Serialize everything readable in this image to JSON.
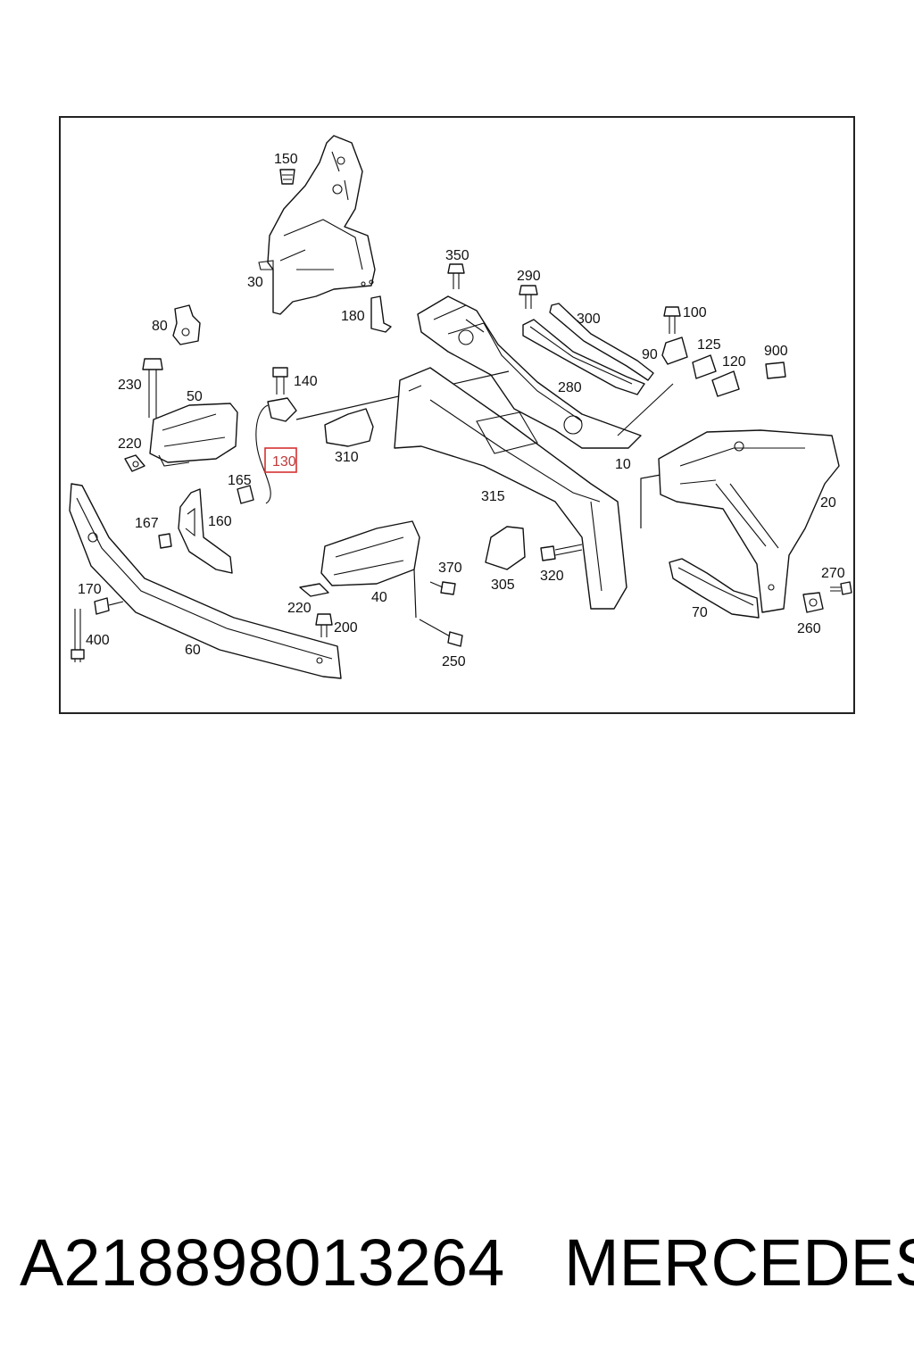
{
  "diagram": {
    "labels": {
      "l150": "150",
      "l30": "30",
      "l180": "180",
      "l80": "80",
      "l350": "350",
      "l290": "290",
      "l300": "300",
      "l100": "100",
      "l90": "90",
      "l125": "125",
      "l120": "120",
      "l900": "900",
      "l230": "230",
      "l50": "50",
      "l140": "140",
      "l220a": "220",
      "l130": "130",
      "l310": "310",
      "l280": "280",
      "l10": "10",
      "l165": "165",
      "l315": "315",
      "l20": "20",
      "l167": "167",
      "l160": "160",
      "l370": "370",
      "l305": "305",
      "l320": "320",
      "l270": "270",
      "l170": "170",
      "l220b": "220",
      "l40": "40",
      "l200": "200",
      "l70": "70",
      "l260": "260",
      "l400": "400",
      "l60": "60",
      "l250": "250"
    },
    "highlighted_label": "130",
    "highlight_color": "#d63030"
  },
  "caption": {
    "part_number": "A218898013264",
    "brand": "MERCEDES"
  }
}
